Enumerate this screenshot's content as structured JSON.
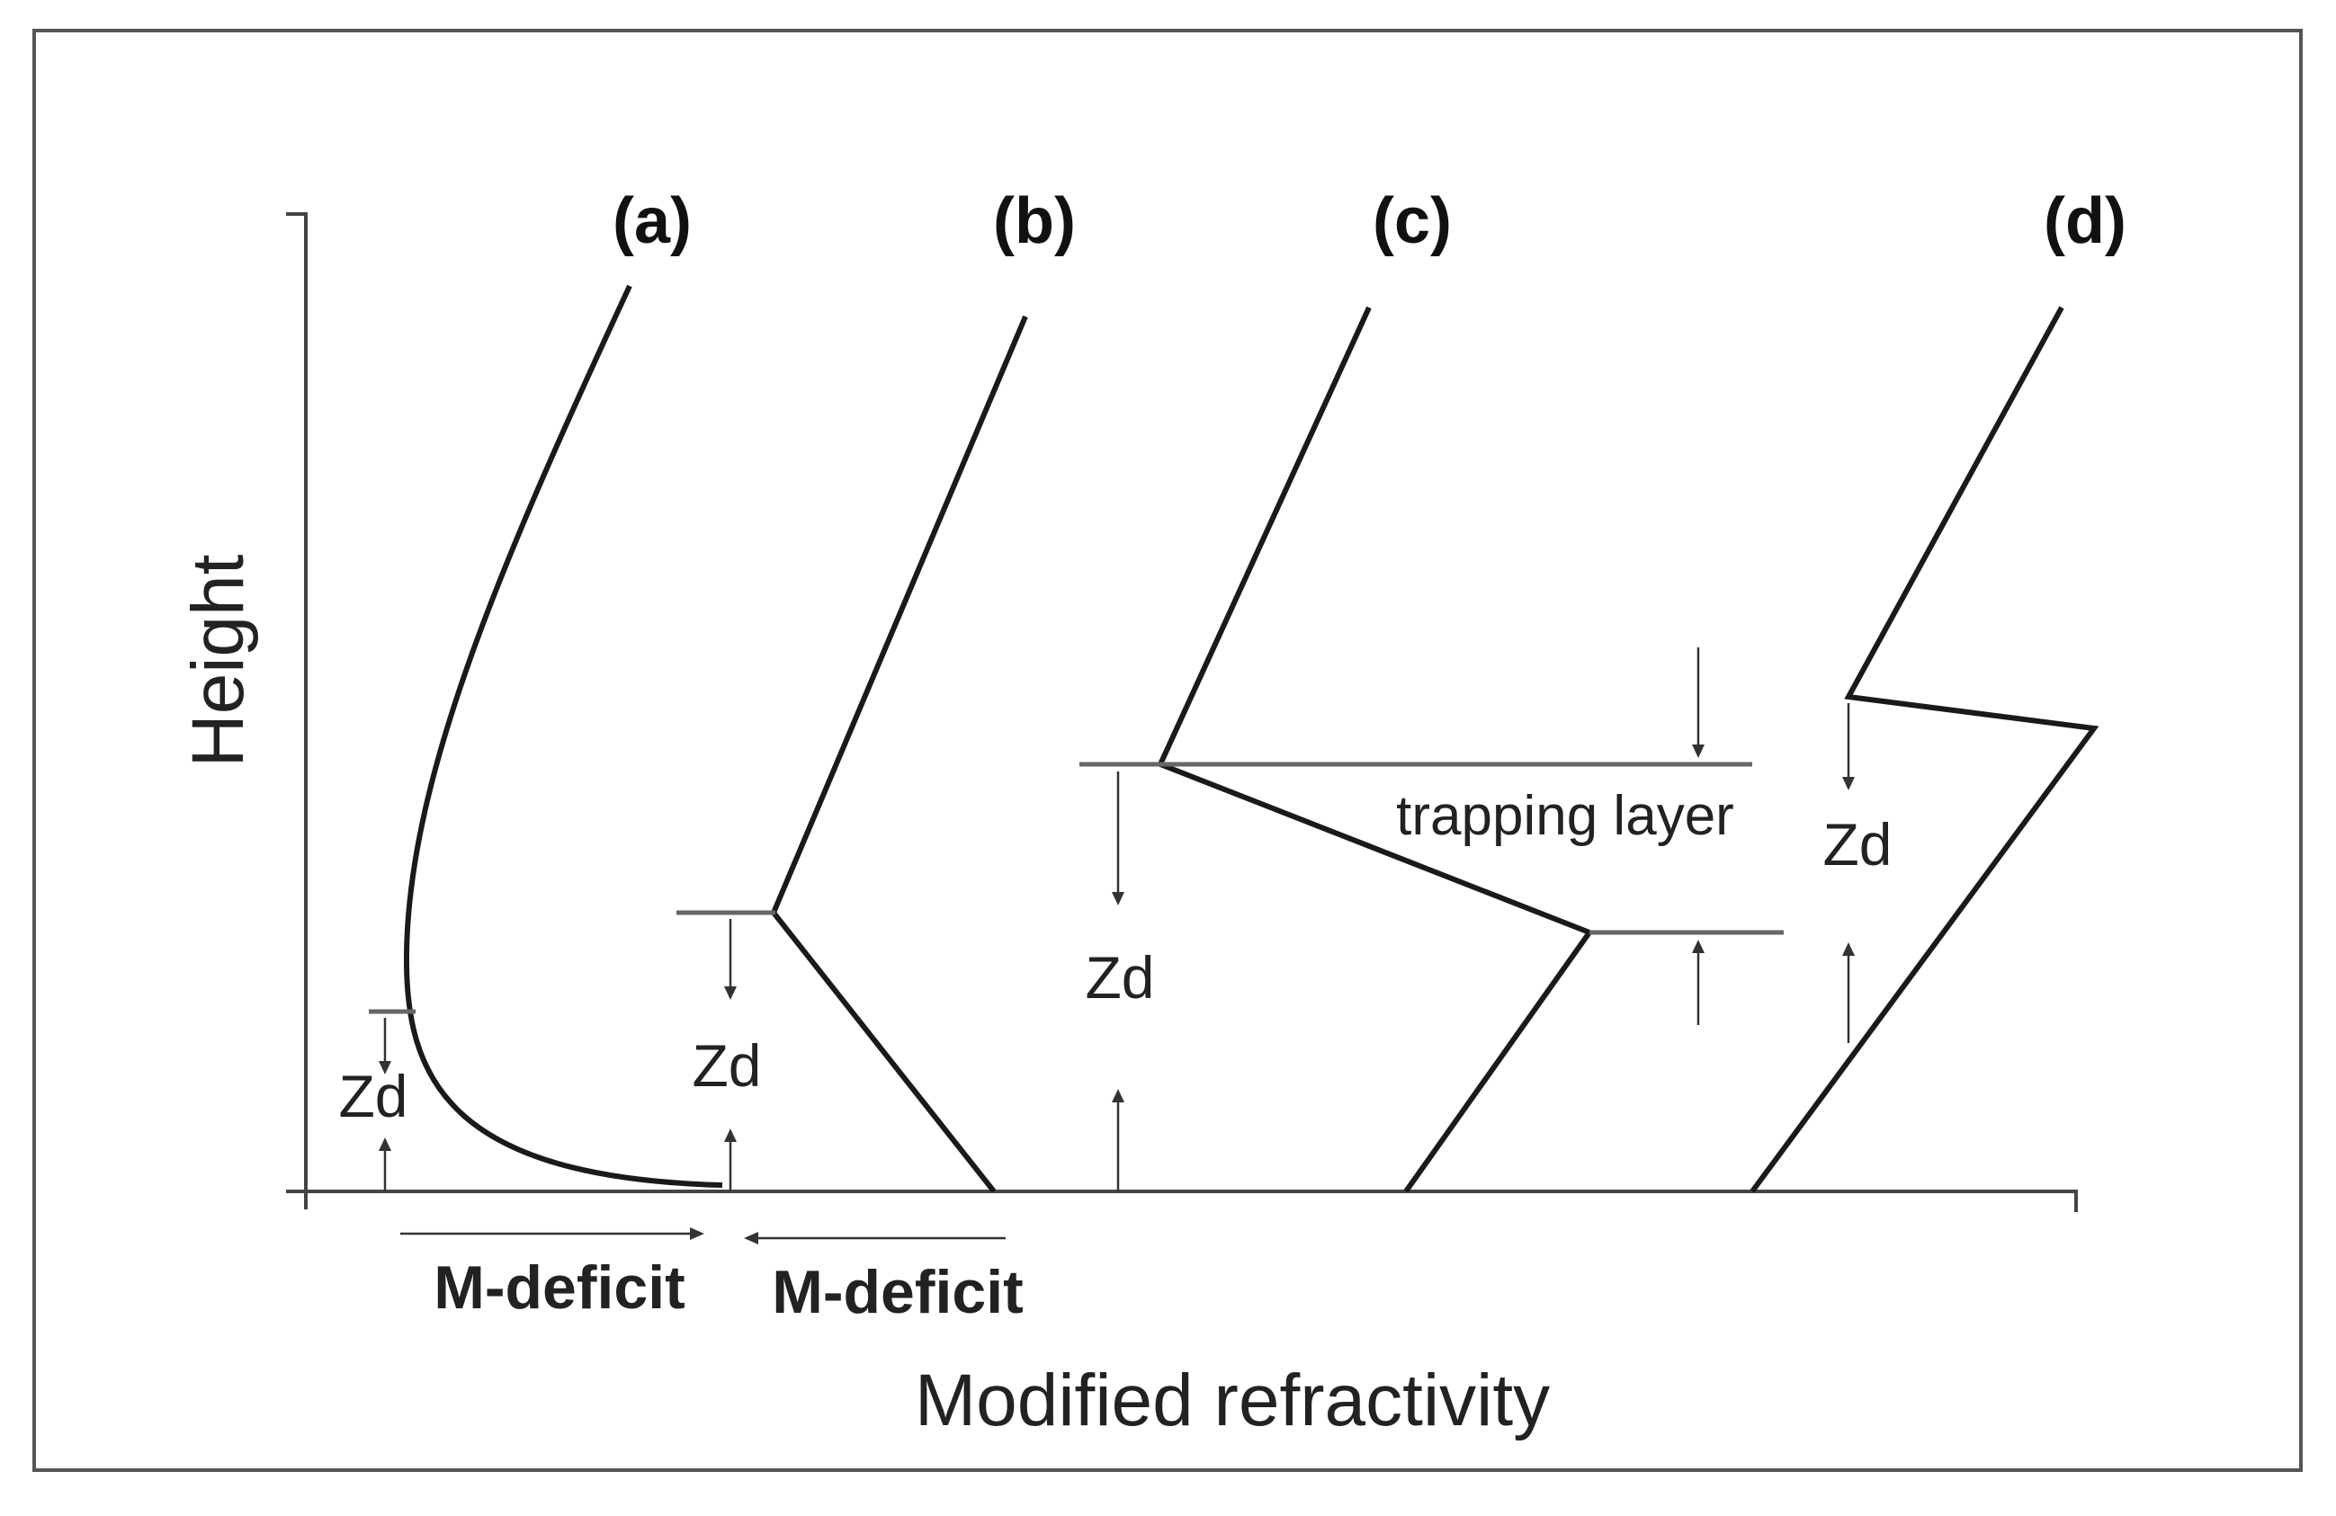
{
  "axes": {
    "xlabel": "Modified refractivity",
    "ylabel": "Height"
  },
  "panels": [
    {
      "label": "(a)"
    },
    {
      "label": "(b)"
    },
    {
      "label": "(c)"
    },
    {
      "label": "(d)"
    }
  ],
  "annotations": {
    "zd": "Zd",
    "m_deficit": "M-deficit",
    "trapping_layer": "trapping layer"
  }
}
